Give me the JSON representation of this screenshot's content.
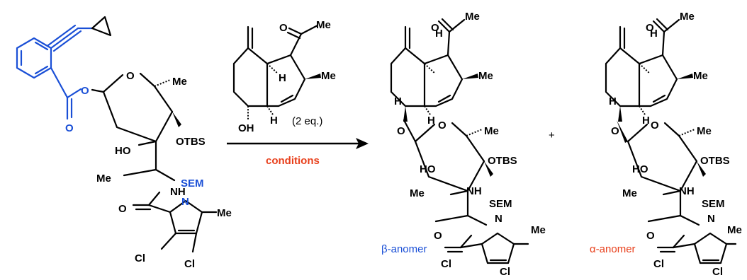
{
  "colors": {
    "reagent_highlight": "#1a4fd6",
    "conditions": "#e8401c",
    "black": "#000000"
  },
  "atoms": {
    "O": "O",
    "H": "H",
    "Me": "Me",
    "OTBS": "OTBS",
    "HO": "HO",
    "NH": "NH",
    "SEM": "SEM",
    "N": "N",
    "Cl": "Cl",
    "OH": "OH"
  },
  "reaction": {
    "equiv": "(2 eq.)",
    "conditions": "conditions",
    "plus": "+"
  },
  "products": {
    "beta": "β-anomer",
    "alpha": "α-anomer"
  }
}
